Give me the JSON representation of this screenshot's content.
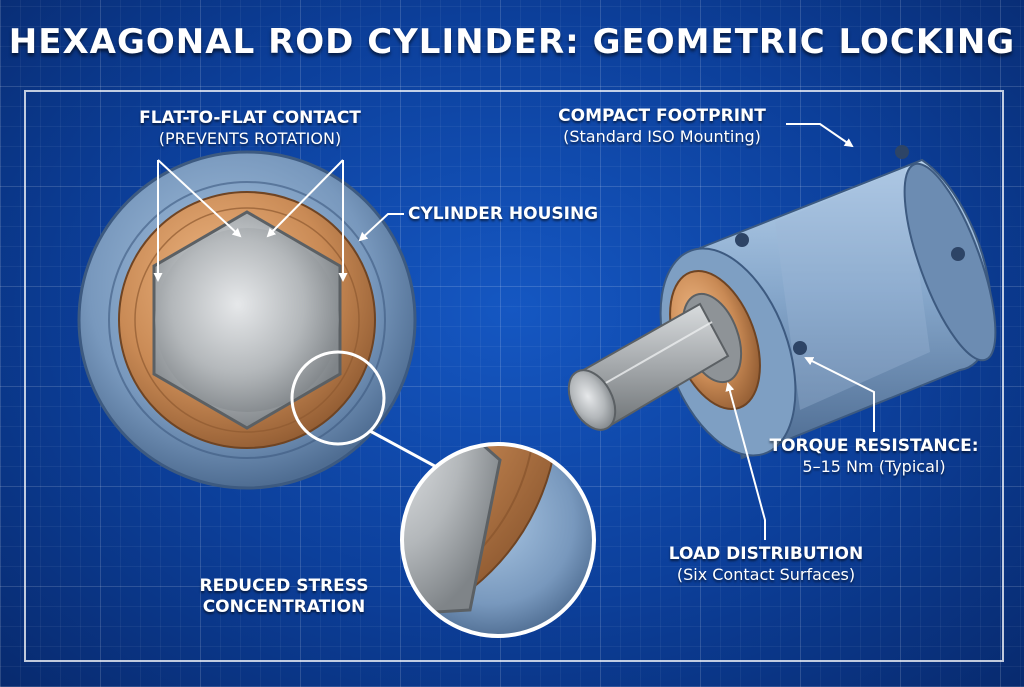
{
  "title": "HEXAGONAL ROD CYLINDER: GEOMETRIC LOCKING",
  "labels": {
    "flat_contact": {
      "heading": "FLAT-TO-FLAT CONTACT",
      "sub": "(PREVENTS ROTATION)"
    },
    "housing": {
      "heading": "CYLINDER HOUSING"
    },
    "compact": {
      "heading": "COMPACT FOOTPRINT",
      "sub": "(Standard ISO Mounting)"
    },
    "torque": {
      "heading": "TORQUE RESISTANCE:",
      "sub": "5–15 Nm (Typical)"
    },
    "load": {
      "heading": "LOAD DISTRIBUTION",
      "sub": "(Six Contact Surfaces)"
    },
    "stress": {
      "line1": "REDUCED STRESS",
      "line2": "CONCENTRATION"
    }
  },
  "colors": {
    "background": "#0c3f9a",
    "housing": "#7a9fc4",
    "bronze": "#c98a55",
    "steel": "#b5b8bb"
  }
}
